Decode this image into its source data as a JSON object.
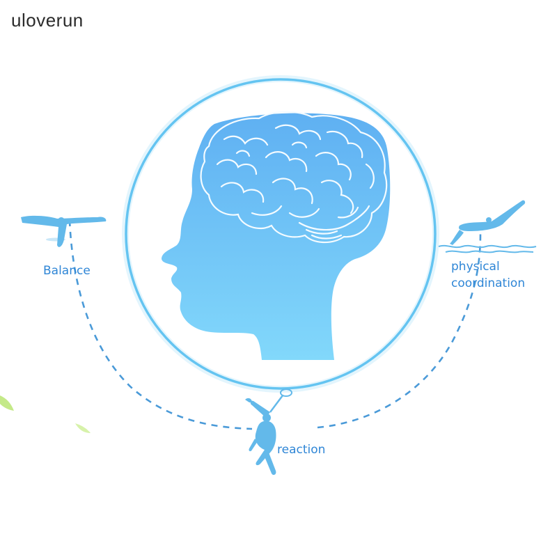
{
  "brand": "uloverun",
  "labels": {
    "balance": "Balance",
    "physical_line1": "physical",
    "physical_line2": "coordination",
    "reaction": "reaction"
  },
  "colors": {
    "label": "#2f86d6",
    "ring": "#66c6f2",
    "head_top": "#5fb0f2",
    "head_bottom": "#7fd6fb",
    "figures": "#63b9ea",
    "dashes": "#4a9ad8",
    "leaf": "#9bdc4c"
  },
  "icons": [
    "brain-icon",
    "head-silhouette-icon",
    "yoga-balance-figure-icon",
    "swimmer-figure-icon",
    "badminton-player-icon",
    "water-wave-icon",
    "leaf-icon"
  ]
}
